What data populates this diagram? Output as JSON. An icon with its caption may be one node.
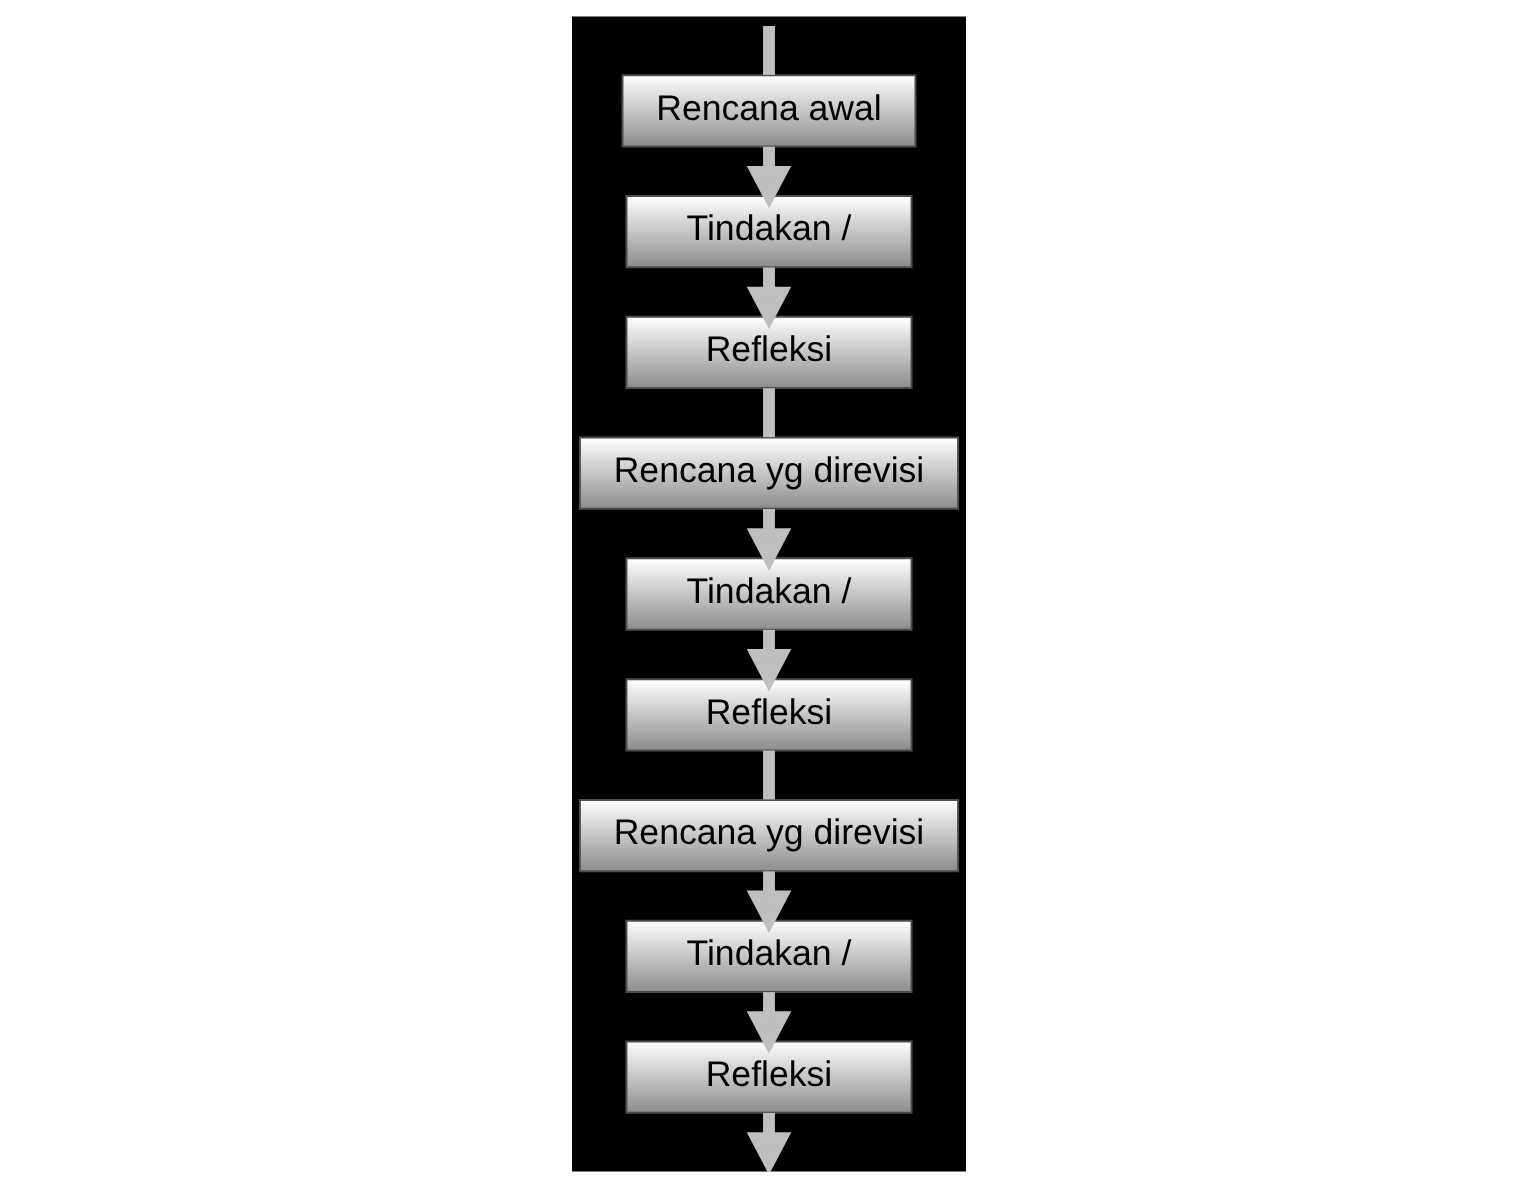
{
  "diagram": {
    "nodes": [
      {
        "text": [
          "Rencana awal"
        ]
      },
      {
        "text": [
          "Refleksi"
        ]
      },
      {
        "text": [
          "Tindakan /"
        ]
      },
      {
        "text": [
          "Rencana yg direvisi"
        ]
      },
      {
        "text": [
          "Refleksi"
        ]
      },
      {
        "text": [
          "Tindakan /"
        ]
      },
      {
        "text": [
          "Rencana yg direvisi"
        ]
      },
      {
        "text": [
          "Refleksi"
        ]
      },
      {
        "text": [
          "Tindakan /"
        ]
      }
    ],
    "edges": [
      {
        "from": null,
        "to": 0,
        "arrow": "none"
      },
      {
        "from": 0,
        "to": 2,
        "arrow": "to"
      },
      {
        "from": 2,
        "to": 1,
        "arrow": "to"
      },
      {
        "from": 1,
        "to": 3,
        "arrow": "none"
      },
      {
        "from": 3,
        "to": 5,
        "arrow": "to"
      },
      {
        "from": 5,
        "to": 4,
        "arrow": "to"
      },
      {
        "from": 4,
        "to": 6,
        "arrow": "none"
      },
      {
        "from": 6,
        "to": 8,
        "arrow": "to"
      },
      {
        "from": 8,
        "to": 7,
        "arrow": "to"
      },
      {
        "from": 7,
        "to": null,
        "arrow": "to"
      }
    ]
  }
}
